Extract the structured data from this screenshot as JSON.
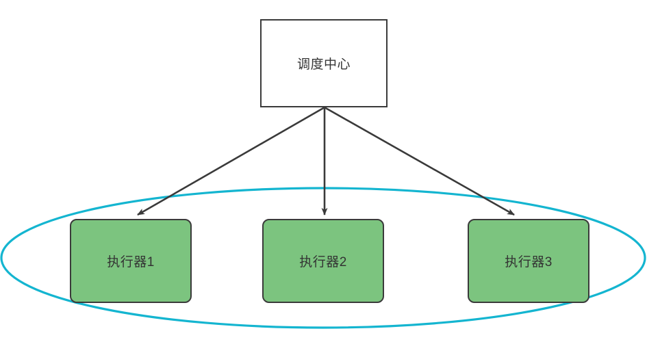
{
  "diagram": {
    "type": "architecture-diagram",
    "background_color": "#ffffff",
    "scheduler": {
      "label": "调度中心",
      "shape": "rectangle",
      "fill_color": "#ffffff",
      "border_color": "#3a3a3a"
    },
    "executors": [
      {
        "label": "执行器1",
        "shape": "rounded-rectangle",
        "fill_color": "#7cc47f",
        "border_color": "#3a3a3a"
      },
      {
        "label": "执行器2",
        "shape": "rounded-rectangle",
        "fill_color": "#7cc47f",
        "border_color": "#3a3a3a"
      },
      {
        "label": "执行器3",
        "shape": "rounded-rectangle",
        "fill_color": "#7cc47f",
        "border_color": "#3a3a3a"
      }
    ],
    "grouping_ellipse": {
      "label": "",
      "stroke_color": "#14b5d0",
      "fill": "none"
    },
    "connectors": [
      {
        "from": "调度中心",
        "to": "执行器1",
        "style": "arrow"
      },
      {
        "from": "调度中心",
        "to": "执行器2",
        "style": "arrow"
      },
      {
        "from": "调度中心",
        "to": "执行器3",
        "style": "arrow"
      }
    ],
    "connector_color": "#3a3a3a"
  }
}
